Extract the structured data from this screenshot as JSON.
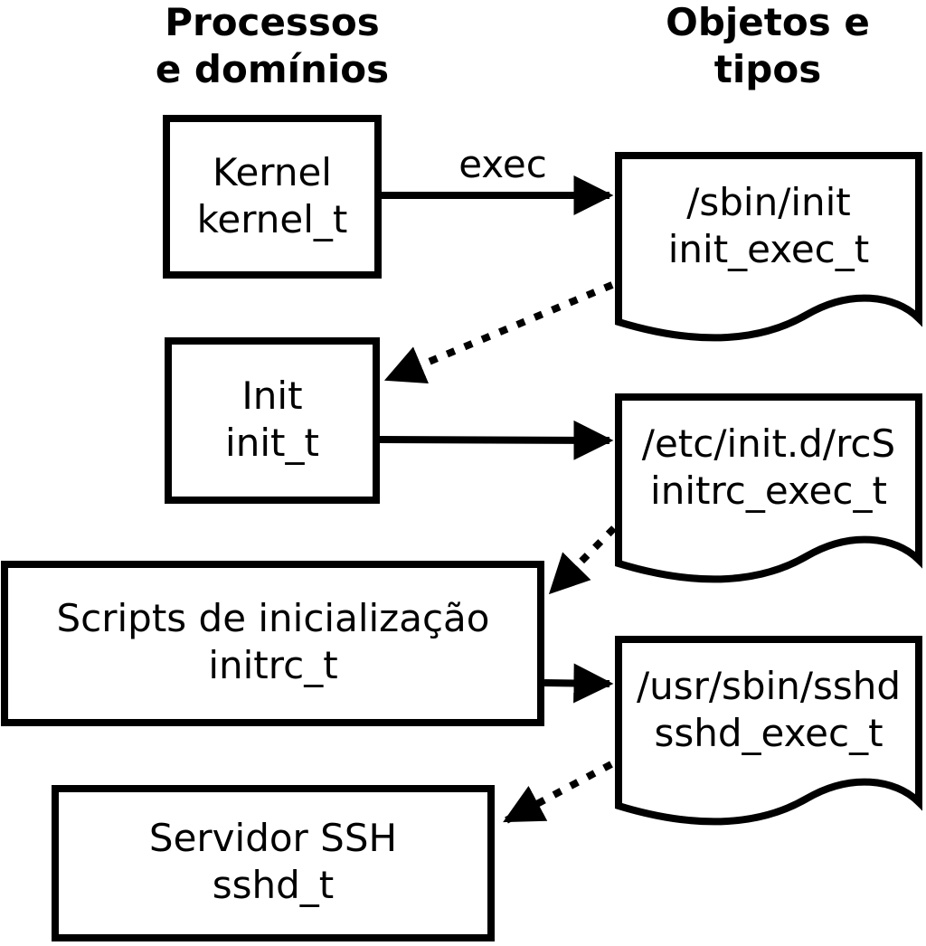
{
  "diagram": {
    "background_color": "#ffffff",
    "line_color": "#000000",
    "headers": {
      "left": {
        "line1": "Processos",
        "line2": "e domínios"
      },
      "right": {
        "line1": "Objetos e",
        "line2": "tipos"
      }
    },
    "exec_label": "exec",
    "process_boxes": [
      {
        "label": "Kernel",
        "domain": "kernel_t"
      },
      {
        "label": "Init",
        "domain": "init_t"
      },
      {
        "label": "Scripts de inicialização",
        "domain": "initrc_t"
      },
      {
        "label": "Servidor SSH",
        "domain": "sshd_t"
      }
    ],
    "object_docs": [
      {
        "path": "/sbin/init",
        "type": "init_exec_t"
      },
      {
        "path": "/etc/init.d/rcS",
        "type": "initrc_exec_t"
      },
      {
        "path": "/usr/sbin/sshd",
        "type": "sshd_exec_t"
      }
    ]
  }
}
